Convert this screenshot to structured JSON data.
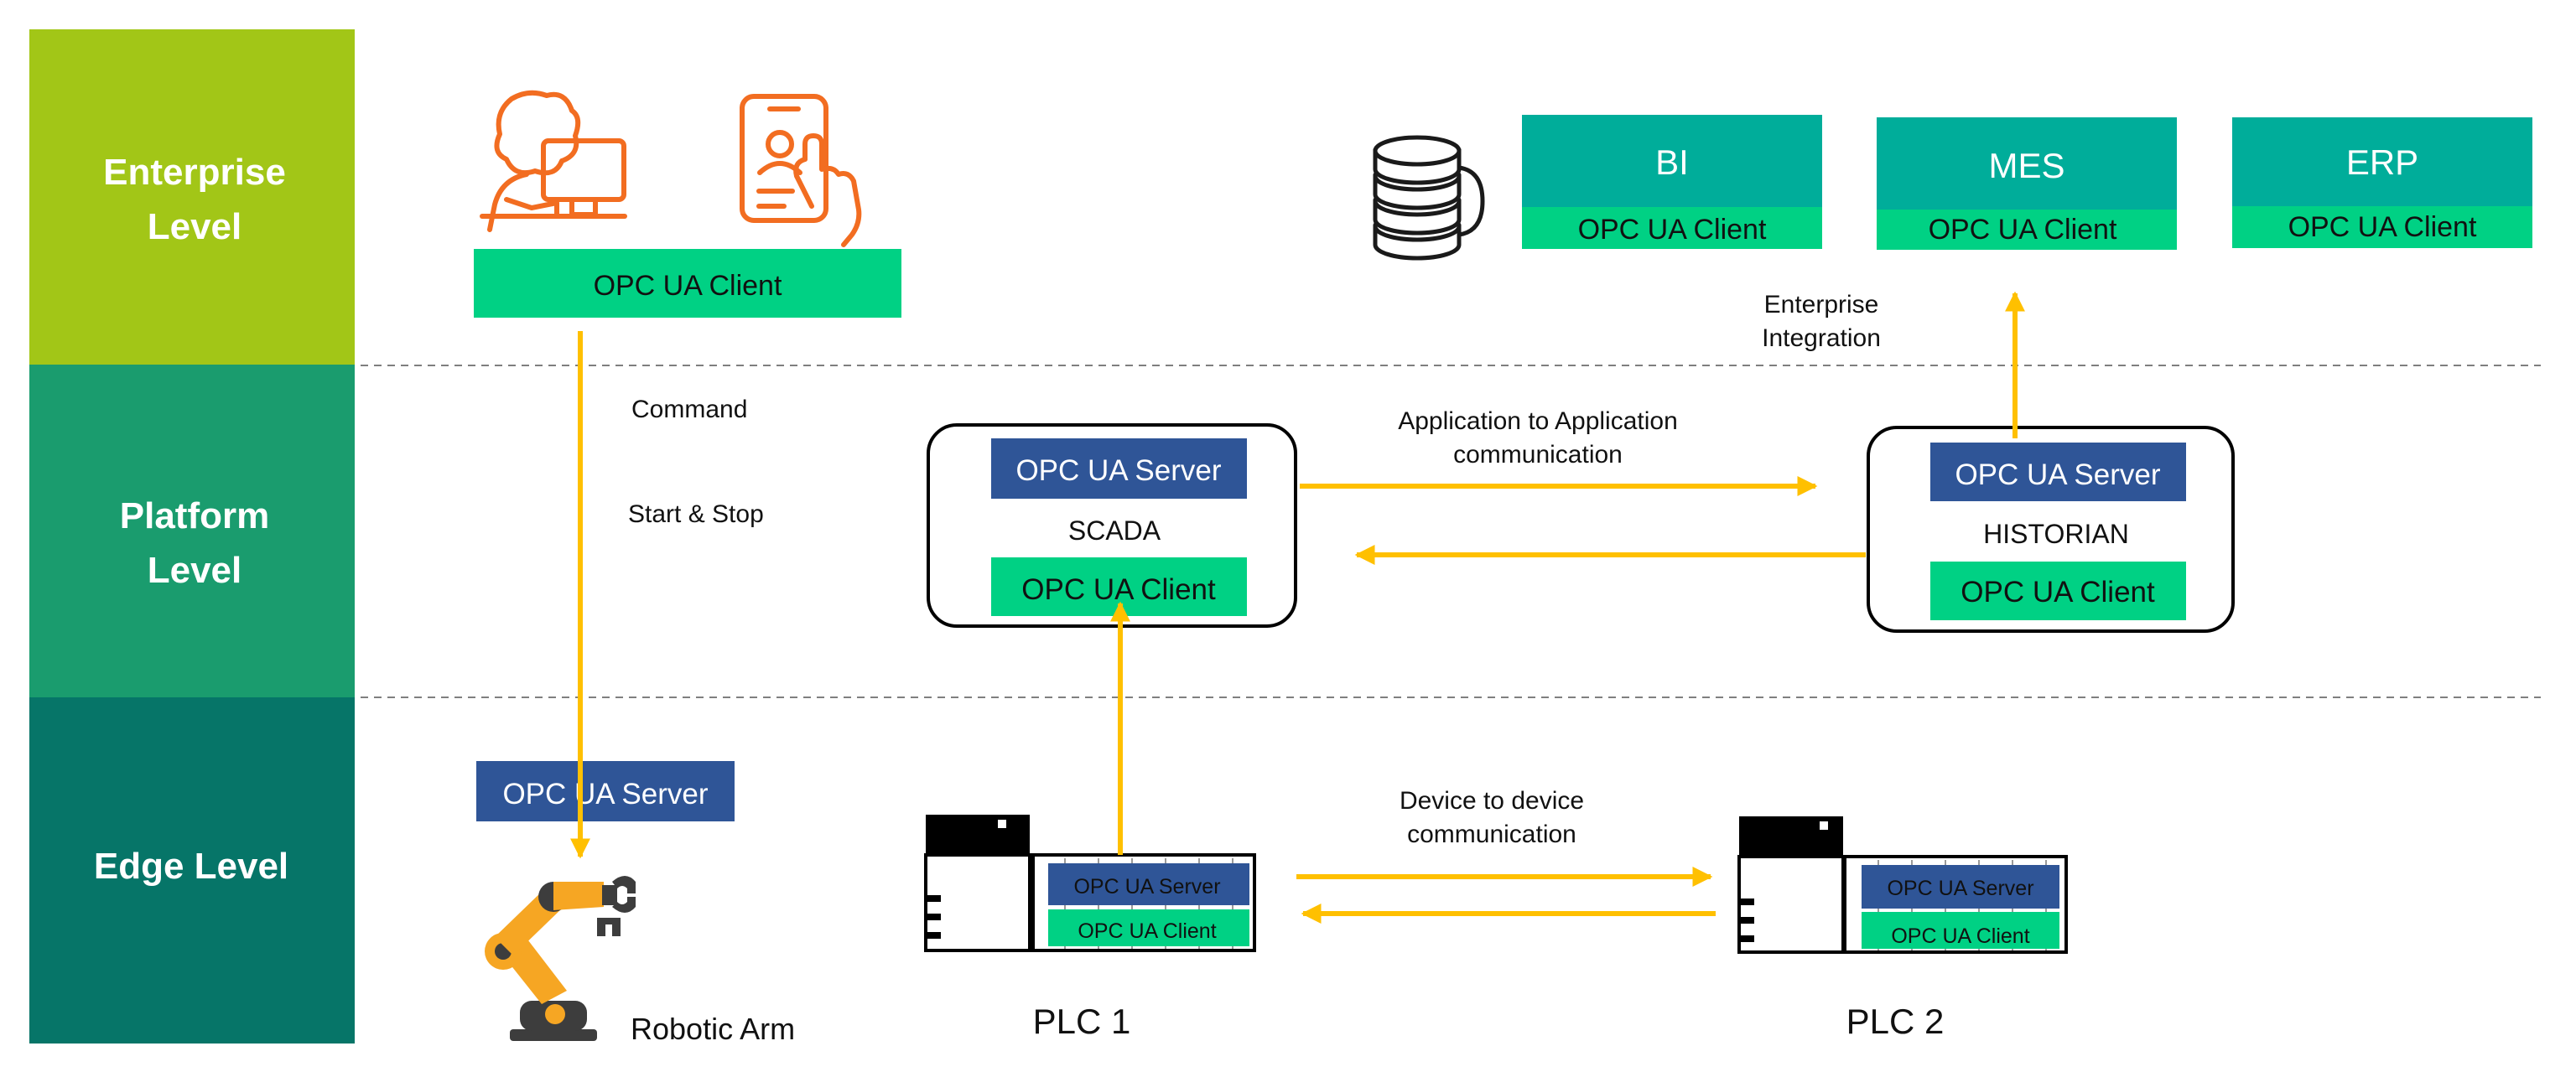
{
  "levels": [
    {
      "line1": "Enterprise",
      "line2": "Level",
      "color": "#a2c617"
    },
    {
      "line1": "Platform",
      "line2": "Level",
      "color": "#1a9c6e"
    },
    {
      "line1": "Edge Level",
      "line2": "",
      "color": "#067568"
    }
  ],
  "enterprise": {
    "client_label": "OPC UA Client",
    "apps": [
      {
        "name": "BI",
        "client": "OPC UA Client"
      },
      {
        "name": "MES",
        "client": "OPC UA Client"
      },
      {
        "name": "ERP",
        "client": "OPC UA Client"
      }
    ],
    "icons": [
      "operator-at-computer-icon",
      "mobile-app-icon",
      "database-icon"
    ]
  },
  "annotations": {
    "command": "Command",
    "start_stop": "Start & Stop",
    "enterprise_integration_1": "Enterprise",
    "enterprise_integration_2": "Integration",
    "app_to_app_1": "Application to Application",
    "app_to_app_2": "communication",
    "device_to_device_1": "Device to device",
    "device_to_device_2": "communication"
  },
  "platform": {
    "scada": {
      "server": "OPC UA Server",
      "name": "SCADA",
      "client": "OPC UA Client"
    },
    "historian": {
      "server": "OPC UA Server",
      "name": "HISTORIAN",
      "client": "OPC UA Client"
    }
  },
  "edge": {
    "robot_server": "OPC UA Server",
    "robot_label": "Robotic Arm",
    "plc1": {
      "server": "OPC UA Server",
      "client": "OPC UA Client",
      "label": "PLC 1"
    },
    "plc2": {
      "server": "OPC UA Server",
      "client": "OPC UA Client",
      "label": "PLC 2"
    }
  },
  "colors": {
    "client_green": "#00d184",
    "app_teal": "#00ad9a",
    "server_blue": "#2f5597",
    "arrow_yellow": "#ffc000",
    "icon_orange": "#f26d21",
    "divider_gray": "#7f7f7f"
  }
}
